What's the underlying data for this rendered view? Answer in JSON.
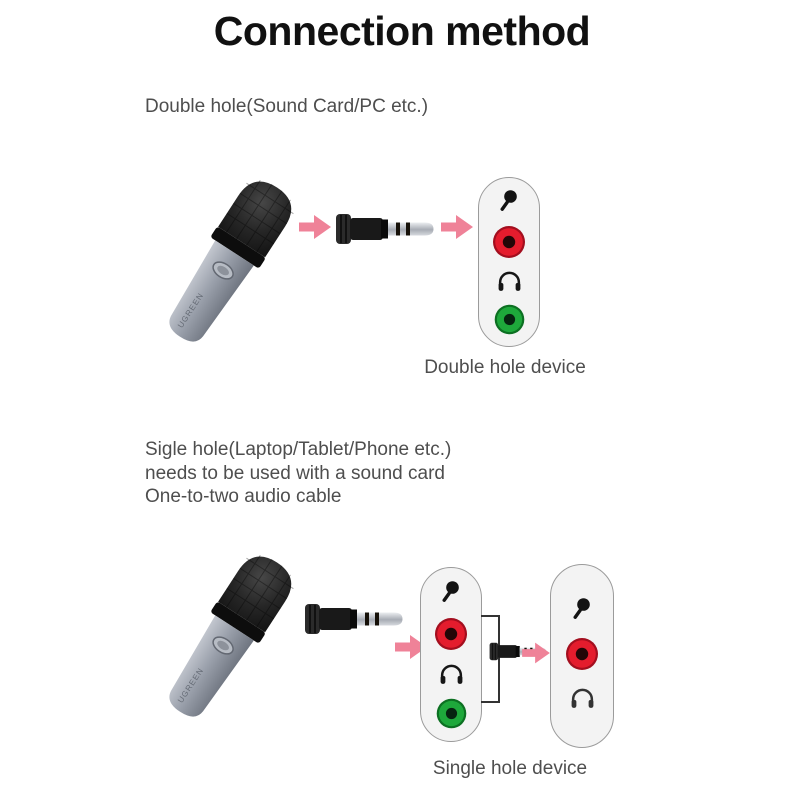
{
  "title": "Connection method",
  "mic": {
    "label": "UGREEN"
  },
  "section_double": {
    "label": "Double hole(Sound Card/PC etc.)",
    "device_caption": "Double hole device"
  },
  "section_single": {
    "label_lines": [
      "Sigle hole(Laptop/Tablet/Phone etc.)",
      "needs to be used with a sound card",
      "One-to-two audio cable"
    ],
    "device_caption": "Single hole device"
  },
  "colors": {
    "arrow-pink": "#ef8298",
    "port-red": "#e41c2d",
    "port-green": "#1ea83b",
    "panel-bg": "#f3f3f3",
    "panel-border": "#9b9b9b",
    "text-gray": "#4e4e4e",
    "title-color": "#111111"
  },
  "icons": {
    "microphone-illustration": "handheld dynamic microphone, black grille head, gray body",
    "jack-plug-icon": "3.5mm TRS audio plug pointing right",
    "arrow-right-icon": "solid pink right-pointing arrow",
    "mic-icon": "filled circle with angled stand (microphone symbol)",
    "mic-port": "red round 3.5mm mic socket with dark center hole",
    "headphone-icon": "headband arc with two ear pads",
    "headphone-port": "green round 3.5mm headphone socket with dark center hole",
    "splitter-cable": "one-to-two cable bracket lines"
  }
}
